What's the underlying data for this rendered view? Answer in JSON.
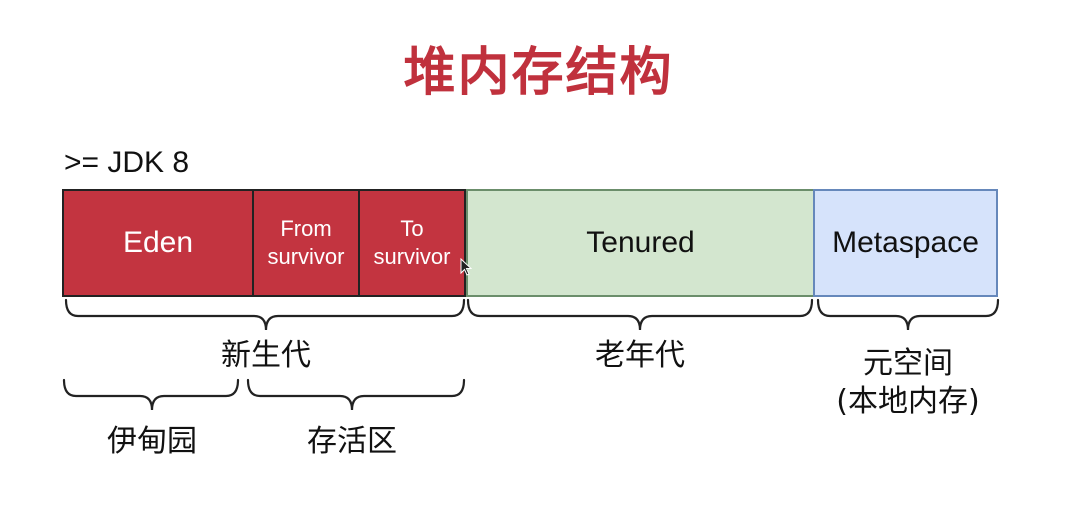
{
  "title": "堆内存结构",
  "version": ">= JDK 8",
  "segments": {
    "eden": "Eden",
    "from_survivor": [
      "From",
      "survivor"
    ],
    "to_survivor": [
      "To",
      "survivor"
    ],
    "tenured": "Tenured",
    "metaspace": "Metaspace"
  },
  "labels": {
    "young_gen": "新生代",
    "old_gen": "老年代",
    "metaspace_line1": "元空间",
    "metaspace_line2": "(本地内存)",
    "eden_area": "伊甸园",
    "survivor_area": "存活区"
  },
  "colors": {
    "title": "#c0313d",
    "young": "#c33440",
    "old": "#d3e6cf",
    "meta": "#d6e3fb"
  }
}
